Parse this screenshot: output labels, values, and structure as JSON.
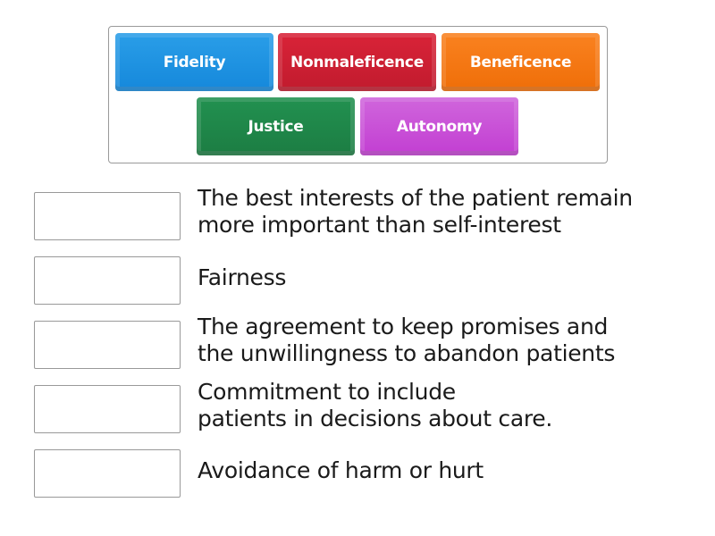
{
  "tiles": [
    {
      "label": "Fidelity",
      "color": "#1f94e3"
    },
    {
      "label": "Nonmaleficence",
      "color": "#d21d33"
    },
    {
      "label": "Beneficence",
      "color": "#f57812"
    },
    {
      "label": "Justice",
      "color": "#20894a"
    },
    {
      "label": "Autonomy",
      "color": "#c94fd8"
    }
  ],
  "items": [
    {
      "line1": "The best interests of the patient remain",
      "line2": "more important than self-interest"
    },
    {
      "line1": "Fairness",
      "line2": ""
    },
    {
      "line1": "The agreement to keep promises and",
      "line2": "the unwillingness to abandon patients"
    },
    {
      "line1": "Commitment to include",
      "line2": "patients in decisions about care."
    },
    {
      "line1": "Avoidance of harm or hurt",
      "line2": ""
    }
  ]
}
